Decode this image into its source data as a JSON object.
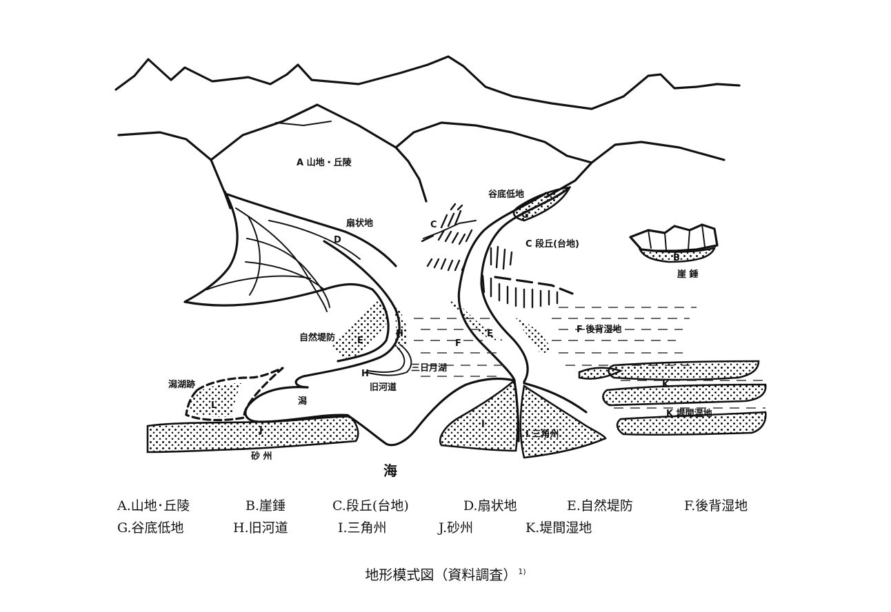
{
  "diagram": {
    "labels": {
      "A": "A 山地・丘陵",
      "valley": "谷底低地",
      "G": "G",
      "fan": "扇状地",
      "D": "D",
      "C1": "C",
      "C2": "C 段丘(台地)",
      "B": "B",
      "cliff": "崖 錘",
      "levee": "自然堤防",
      "E1": "E",
      "E2": "E",
      "H1": "H",
      "H2": "H",
      "F1": "F",
      "F2": "F 後背湿地",
      "oxbow": "三日月湖",
      "oldriver": "旧河道",
      "lagoon_trace": "潟湖跡",
      "L": "L",
      "lagoon": "潟",
      "J": "J",
      "sandbar": "砂 州",
      "sea": "海",
      "I1": "I",
      "I2": "I 三角州",
      "K1": "K",
      "K2": "K 堤間湿地"
    }
  },
  "legend": {
    "row1": [
      "A.山地･丘陵",
      "B.崖錘",
      "C.段丘(台地)",
      "D.扇状地",
      "E.自然堤防",
      "F.後背湿地"
    ],
    "row2": [
      "G.谷底低地",
      "H.旧河道",
      "I.三角州",
      "J.砂州",
      "K.堤間湿地"
    ]
  },
  "caption": {
    "text": "地形模式図（資料調査）",
    "note": "1)"
  }
}
